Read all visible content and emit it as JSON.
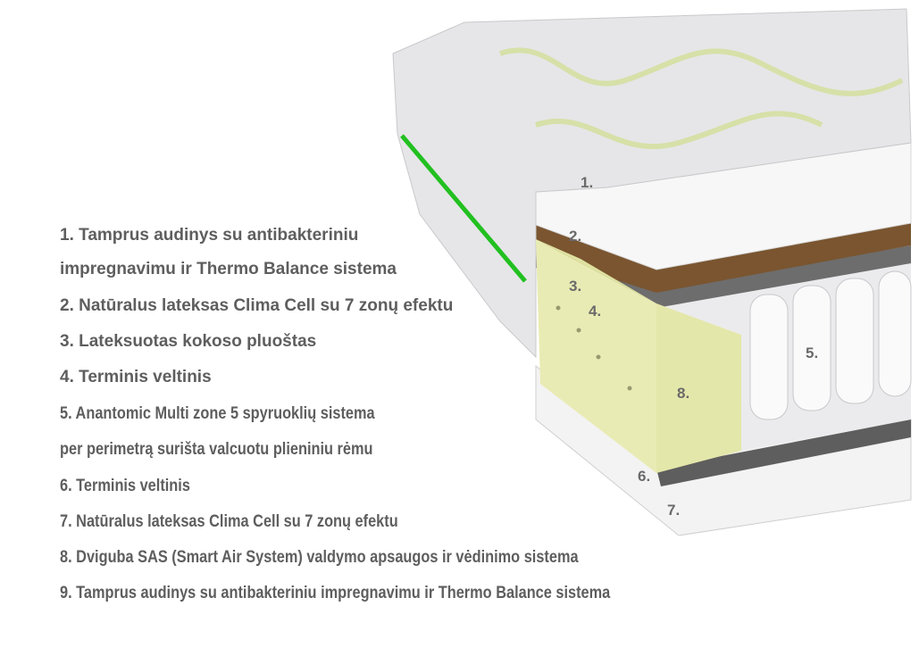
{
  "legend": [
    "1. Tamprus audinys su antibakteriniu",
    "impregnavimu ir Thermo Balance sistema",
    "2. Natūralus lateksas Clima Cell su 7 zonų efektu",
    "3. Lateksuotas kokoso pluoštas",
    "4. Terminis veltinis",
    "5. Anantomic Multi zone 5 spyruoklių sistema",
    "per perimetrą surišta valcuotu plieniniu rėmu",
    "6. Terminis veltinis",
    "7. Natūralus lateksas Clima Cell su 7 zonų efektu",
    "8. Dviguba SAS (Smart Air System) valdymo apsaugos ir vėdinimo sistema",
    "9. Tamprus audinys su antibakteriniu impregnavimu ir Thermo Balance sistema"
  ],
  "layer_labels": [
    "1.",
    "2.",
    "3.",
    "4.",
    "5.",
    "8.",
    "6.",
    "7."
  ],
  "colors": {
    "text": "#5e5e5e",
    "indicator": "#22c020",
    "foam": "#e9ebb4",
    "coconut": "#7a5530",
    "felt": "#6d6d6d"
  }
}
